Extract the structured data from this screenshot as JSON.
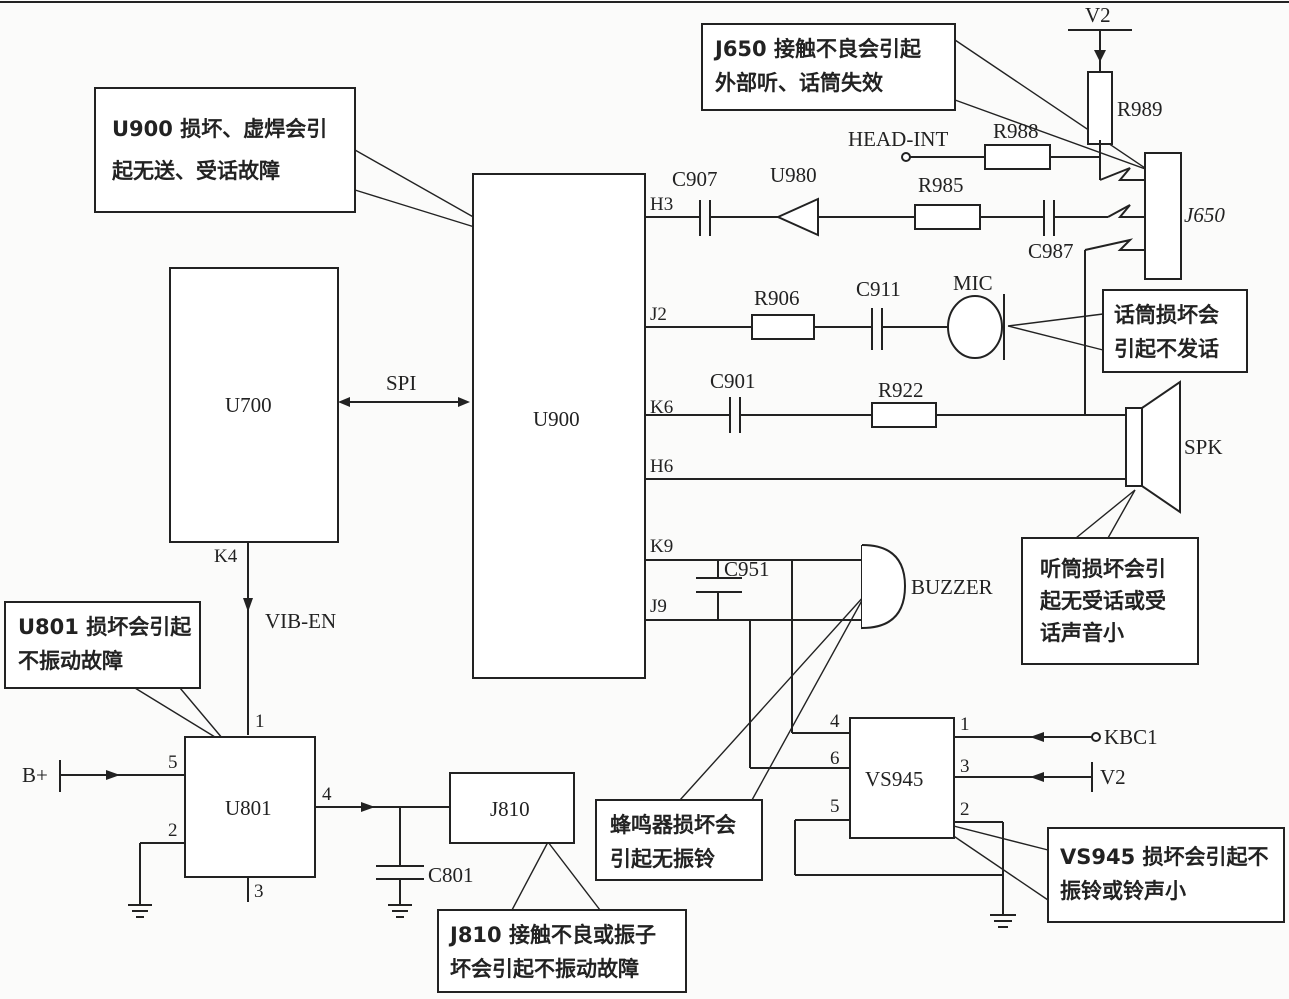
{
  "blocks": {
    "u700": "U700",
    "u900": "U900",
    "u801": "U801",
    "j810": "J810",
    "vs945": "VS945",
    "j650": "J650"
  },
  "signals": {
    "spi": "SPI",
    "vib_en": "VIB-EN",
    "head_int": "HEAD-INT",
    "bplus": "B+",
    "v2_top": "V2",
    "v2_right": "V2",
    "kbc1": "KBC1",
    "mic": "MIC",
    "spk": "SPK",
    "buzzer": "BUZZER"
  },
  "components": {
    "c907": "C907",
    "u980": "U980",
    "r985": "R985",
    "c987": "C987",
    "r988": "R988",
    "r989": "R989",
    "r906": "R906",
    "c911": "C911",
    "c901": "C901",
    "r922": "R922",
    "c951": "C951",
    "c801": "C801"
  },
  "pins": {
    "h3": "H3",
    "j2": "J2",
    "k6": "K6",
    "h6": "H6",
    "k9": "K9",
    "j9": "J9",
    "k4": "K4",
    "u801_1": "1",
    "u801_2": "2",
    "u801_3": "3",
    "u801_4": "4",
    "u801_5": "5",
    "vs_1": "1",
    "vs_2": "2",
    "vs_3": "3",
    "vs_4": "4",
    "vs_5": "5",
    "vs_6": "6"
  },
  "notes": {
    "u900": [
      "U900 损坏、虚焊会引",
      "起无送、受话故障"
    ],
    "j650": [
      "J650 接触不良会引起",
      "外部听、话筒失效"
    ],
    "mic": [
      "话筒损坏会",
      "引起不发话"
    ],
    "spk": [
      "听筒损坏会引",
      "起无受话或受",
      "话声音小"
    ],
    "u801": [
      "U801 损坏会引起",
      "不振动故障"
    ],
    "buzzer": [
      "蜂鸣器损坏会",
      "引起无振铃"
    ],
    "vs945": [
      "VS945 损坏会引起不",
      "振铃或铃声小"
    ],
    "j810": [
      "J810 接触不良或振子",
      "坏会引起不振动故障"
    ]
  }
}
